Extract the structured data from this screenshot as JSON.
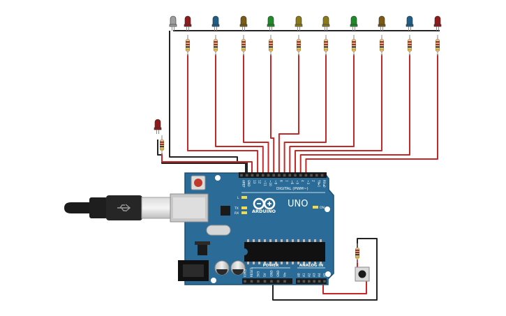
{
  "board": {
    "brand": "ARDUINO",
    "model": "UNO",
    "digital_label": "DIGITAL (PWM~)",
    "power_label": "POWER",
    "analog_label": "ANALOG IN",
    "led_l": "L",
    "led_tx": "TX",
    "led_rx": "RX",
    "led_on": "ON",
    "digital_pins": [
      "AREF",
      "GND",
      "13",
      "12",
      "~11",
      "~10",
      "~9",
      "8",
      "7",
      "~6",
      "~5",
      "4",
      "~3",
      "2",
      "TX▸1",
      "RX◂0"
    ],
    "power_pins": [
      "IOREF",
      "RESET",
      "3V3",
      "5V",
      "GND",
      "GND",
      "Vin"
    ],
    "analog_pins": [
      "A0",
      "A1",
      "A2",
      "A3",
      "A4",
      "A5"
    ]
  },
  "colors": {
    "board": "#2a6c97",
    "wire_signal": "#c62828",
    "wire_ground": "#222222",
    "led_gray": "#9e9e9e",
    "led_red": "#8e1b1b",
    "led_blue": "#1f5f86",
    "led_brown": "#7a5a14",
    "led_green": "#1e8a2a",
    "led_olive": "#8a7a18"
  },
  "top_leds": [
    {
      "color": "#9e9e9e",
      "icon": "led-gray-icon"
    },
    {
      "color": "#8e1b1b",
      "icon": "led-red-icon"
    },
    {
      "color": "#1f5f86",
      "icon": "led-blue-icon"
    },
    {
      "color": "#7a5a14",
      "icon": "led-brown-icon"
    },
    {
      "color": "#1e8a2a",
      "icon": "led-green-icon"
    },
    {
      "color": "#8a7a18",
      "icon": "led-olive-icon"
    },
    {
      "color": "#8a7a18",
      "icon": "led-olive-icon"
    },
    {
      "color": "#1e8a2a",
      "icon": "led-green-icon"
    },
    {
      "color": "#7a5a14",
      "icon": "led-brown-icon"
    },
    {
      "color": "#1f5f86",
      "icon": "led-blue-icon"
    },
    {
      "color": "#8e1b1b",
      "icon": "led-red-icon"
    }
  ],
  "side_led": {
    "color": "#8e1b1b",
    "icon": "led-red-icon"
  }
}
